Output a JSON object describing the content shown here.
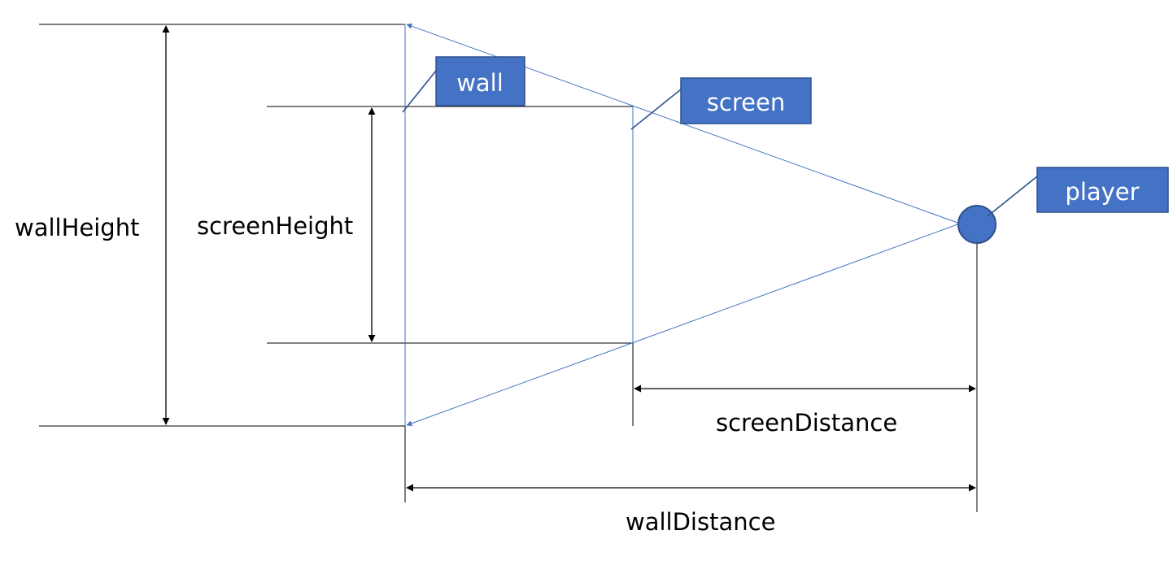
{
  "colors": {
    "line": "#000000",
    "ray": "#4472C4",
    "callout_fill": "#4472C4",
    "callout_border": "#2F528F",
    "callout_leader": "#2F528F",
    "callout_text": "#FFFFFF",
    "player_fill": "#4472C4",
    "background": "#FFFFFF"
  },
  "labels": {
    "wall_height": "wallHeight",
    "screen_height": "screenHeight",
    "screen_distance": "screenDistance",
    "wall_distance": "wallDistance"
  },
  "callouts": {
    "wall": "wall",
    "screen": "screen",
    "player": "player"
  }
}
